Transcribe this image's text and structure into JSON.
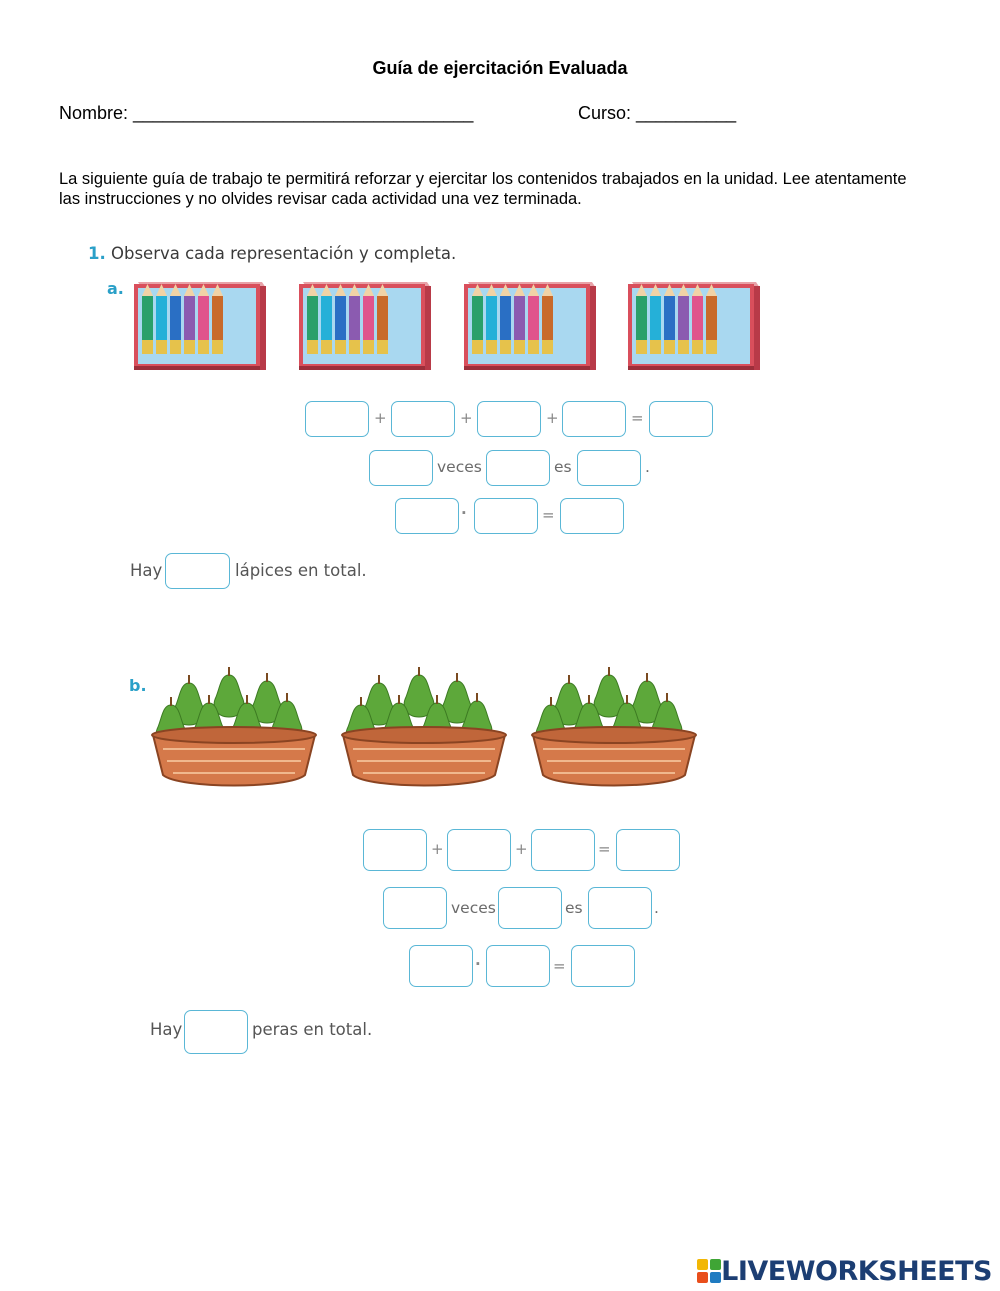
{
  "title": "Guía de ejercitación Evaluada",
  "fields": {
    "nombre": "Nombre: __________________________________",
    "curso": "Curso: __________"
  },
  "intro": "La siguiente guía de trabajo te permitirá reforzar y ejercitar los contenidos trabajados en la unidad. Lee atentamente las instrucciones y no olvides revisar cada actividad una vez terminada.",
  "exercise": {
    "number": "1.",
    "instruction": "Observa cada representación y completa."
  },
  "part_a": {
    "label": "a.",
    "plus": "+",
    "equals": "=",
    "veces": "veces",
    "es": "es",
    "period": ".",
    "dot": "·",
    "hay": "Hay",
    "total_text": "lápices en total."
  },
  "part_b": {
    "label": "b.",
    "plus": "+",
    "equals": "=",
    "veces": "veces",
    "es": "es",
    "period": ".",
    "dot": "·",
    "hay": "Hay",
    "total_text": "peras en total."
  },
  "logo": {
    "text": "LIVEWORKSHEETS",
    "colors": [
      "#f2b705",
      "#3fa535",
      "#e94e1b",
      "#1f7bc1"
    ]
  }
}
